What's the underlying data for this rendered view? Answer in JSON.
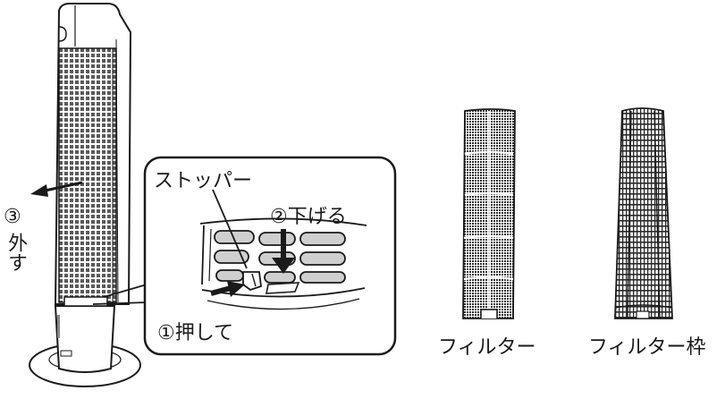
{
  "labels": {
    "stopper": "ストッパー",
    "step2": "②下げる",
    "step1": "①押して",
    "step3_num": "③",
    "step3_text": "外す",
    "filter": "フィルター",
    "filter_frame": "フィルター枠"
  },
  "colors": {
    "line": "#1a1a1a",
    "mesh": "#6a6a6a",
    "filter_fill": "#3a3a3a"
  }
}
